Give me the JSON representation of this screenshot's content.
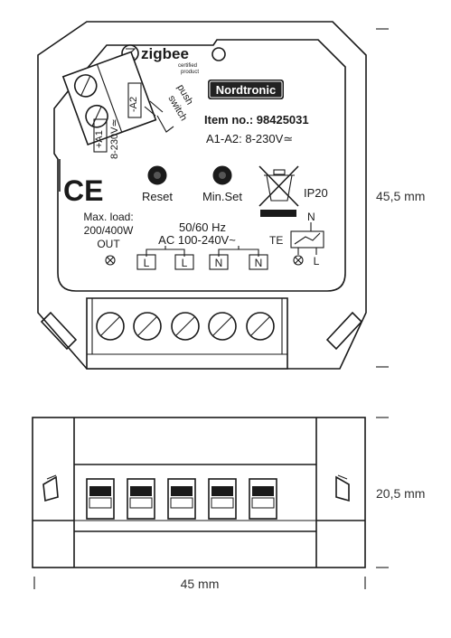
{
  "brand": {
    "zigbee_name": "zigbee",
    "zigbee_sub1": "certified",
    "zigbee_sub2": "product",
    "label_text": "Nordtronic"
  },
  "product": {
    "item_no": "Item no.: 98425031",
    "a1a2": "A1-A2: 8-230V≃"
  },
  "terminals_top": {
    "minus_a2": "-A2",
    "plus_a1": "+A1",
    "push": "push",
    "switch": "switch",
    "voltage": "8-230V≃"
  },
  "buttons": {
    "reset": "Reset",
    "min_set": "Min.Set"
  },
  "marks": {
    "ce": "CE",
    "ip": "IP20",
    "te": "TE",
    "n": "N",
    "l": "L"
  },
  "load": {
    "line1": "Max. load:",
    "line2": "200/400W",
    "line3": "OUT"
  },
  "supply": {
    "freq": "50/60 Hz",
    "ac": "AC 100-240V~"
  },
  "terminal_labels": [
    "L",
    "L",
    "N",
    "N"
  ],
  "dimensions": {
    "height_top": "45,5 mm",
    "height_side": "20,5 mm",
    "width": "45 mm"
  }
}
